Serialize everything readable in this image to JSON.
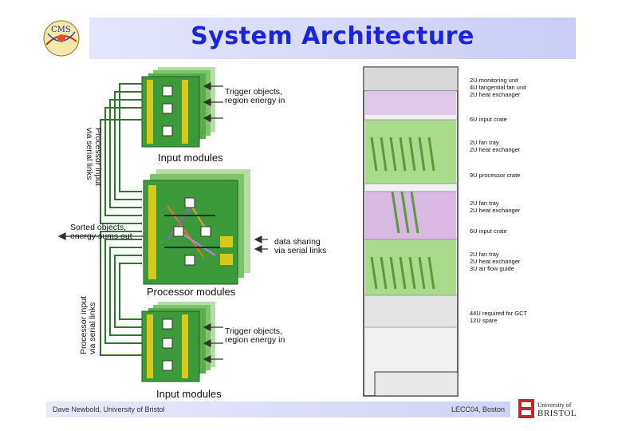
{
  "title": "System Architecture",
  "logo": {
    "text": "CMS",
    "icon": "cms-logo-icon"
  },
  "footer": {
    "author": "Dave Newbold, University of Bristol",
    "event": "LECC04, Boston",
    "university_line1": "University of",
    "university_line2": "BRISTOL",
    "university_icon": "bristol-crest-icon"
  },
  "modules": {
    "top_input_label": "Input modules",
    "processor_label": "Processor modules",
    "bottom_input_label": "Input modules",
    "trigger_top": [
      "Trigger objects,",
      "region energy in"
    ],
    "trigger_bottom": [
      "Trigger objects,",
      "region energy in"
    ],
    "sorted": [
      "Sorted objects,",
      "energy sums out"
    ],
    "data_sharing": [
      "data sharing",
      "via serial links"
    ],
    "proc_input_top": [
      "Processor input",
      "via serial links"
    ],
    "proc_input_bottom": [
      "Processor input",
      "via serial links"
    ]
  },
  "rack": {
    "labels": [
      [
        "2U monitoring unit",
        "4U tangential fan unit",
        "2U heat exchanger"
      ],
      [
        "6U input crate"
      ],
      [
        "2U fan tray",
        "2U heat exchanger"
      ],
      [
        "9U processor crate"
      ],
      [
        "2U fan tray",
        "2U heat exchanger"
      ],
      [
        "6U input crate"
      ],
      [
        "2U fan tray",
        "2U heat exchanger",
        "3U air flow guide"
      ],
      [
        "44U required for GCT",
        "12U spare"
      ]
    ]
  },
  "colors": {
    "title": "#1a24d8",
    "board_green": "#3d9a3a",
    "board_yellow": "#d8c81a",
    "rack_purple": "#d9b8e4",
    "rack_green": "#a8dc8c"
  }
}
